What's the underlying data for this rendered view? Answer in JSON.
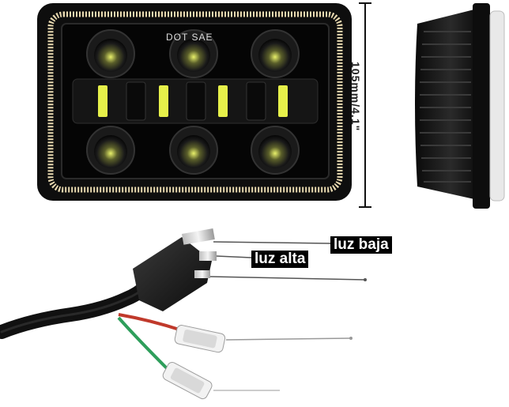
{
  "product_image": {
    "front_marking": "DOT SAE",
    "dimension_label": "105mm/4.1\"",
    "connector_labels": {
      "low_beam": "luz baja",
      "high_beam": "luz alta"
    }
  },
  "colors": {
    "housing": "#111111",
    "halo_ring": "#e8d9b0",
    "led_yellow": "#e6f04a",
    "wire_red": "#c0392b",
    "wire_green": "#2e9e5b",
    "connector_body": "#161616"
  }
}
